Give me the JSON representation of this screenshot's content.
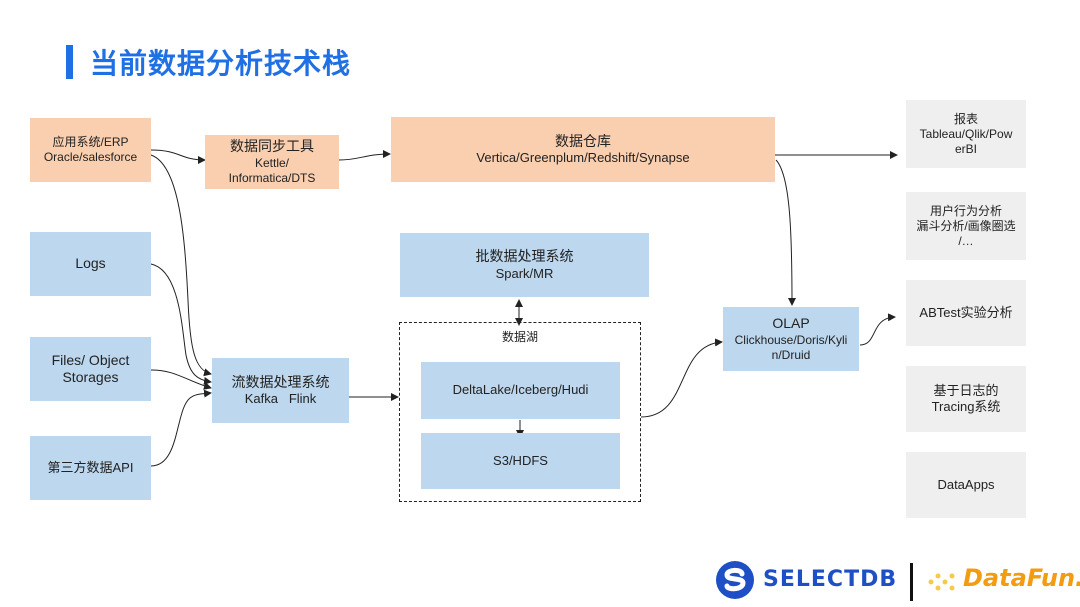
{
  "title": "当前数据分析技术栈",
  "sources": {
    "erp": {
      "line1": "应用系统/ERP",
      "line2": "Oracle/salesforce"
    },
    "logs": "Logs",
    "files": {
      "line1": "Files/ Object",
      "line2": "Storages"
    },
    "api": "第三方数据API"
  },
  "sync_tool": {
    "title": "数据同步工具",
    "line1": "Kettle/",
    "line2": "Informatica/DTS"
  },
  "warehouse": {
    "title": "数据仓库",
    "sub": "Vertica/Greenplum/Redshift/Synapse"
  },
  "batch": {
    "title": "批数据处理系统",
    "sub": "Spark/MR"
  },
  "stream": {
    "title": "流数据处理系统",
    "sub": "Kafka   Flink"
  },
  "lake": {
    "label": "数据湖",
    "format": "DeltaLake/Iceberg/Hudi",
    "storage": "S3/HDFS"
  },
  "olap": {
    "title": "OLAP",
    "line1": "Clickhouse/Doris/Kyli",
    "line2": "n/Druid"
  },
  "outputs": {
    "report": {
      "line1": "报表",
      "line2": "Tableau/Qlik/Pow",
      "line3": "erBI"
    },
    "behavior": {
      "line1": "用户行为分析",
      "line2": "漏斗分析/画像圈选",
      "line3": "/…"
    },
    "abtest": "ABTest实验分析",
    "tracing": {
      "line1": "基于日志的",
      "line2": "Tracing系统"
    },
    "dataapps": "DataApps"
  },
  "logos": {
    "selectdb": "SELECTDB",
    "datafun": "DataFun."
  },
  "colors": {
    "title": "#1f6fe5",
    "blue_box": "#bcd7ee",
    "orange_box": "#f9cfb0",
    "gray_box": "#efefef"
  }
}
